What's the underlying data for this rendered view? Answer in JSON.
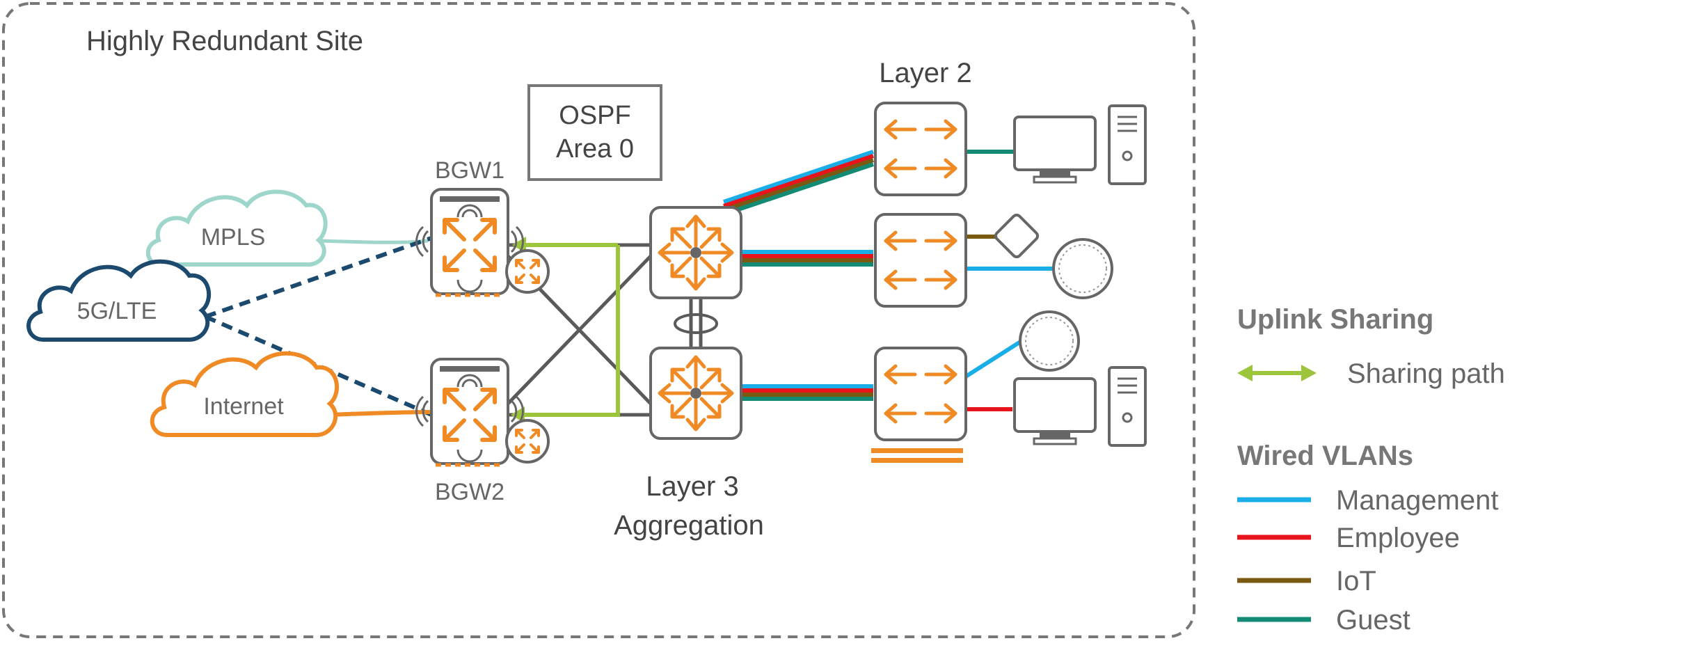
{
  "site": {
    "title": "Highly Redundant Site"
  },
  "ospf": {
    "line1": "OSPF",
    "line2": "Area 0"
  },
  "clouds": {
    "mpls": "MPLS",
    "lte": "5G/LTE",
    "internet": "Internet"
  },
  "gateways": {
    "bgw1": "BGW1",
    "bgw2": "BGW2"
  },
  "layers": {
    "layer2": "Layer 2",
    "layer3_line1": "Layer 3",
    "layer3_line2": "Aggregation"
  },
  "legend": {
    "uplink_title": "Uplink Sharing",
    "sharing_path": "Sharing path",
    "vlan_title": "Wired VLANs",
    "vlans": [
      {
        "name": "Management",
        "color": "#1aaee8"
      },
      {
        "name": "Employee",
        "color": "#e8141b"
      },
      {
        "name": "IoT",
        "color": "#7a5a10"
      },
      {
        "name": "Guest",
        "color": "#128a74"
      }
    ]
  },
  "colors": {
    "orange": "#f08a24",
    "mpls": "#9fd6cc",
    "lte": "#1b4a6e",
    "sharing": "#9cc53b",
    "device_border": "#666666",
    "link_gray": "#5a5a5a",
    "frame": "#777777"
  }
}
